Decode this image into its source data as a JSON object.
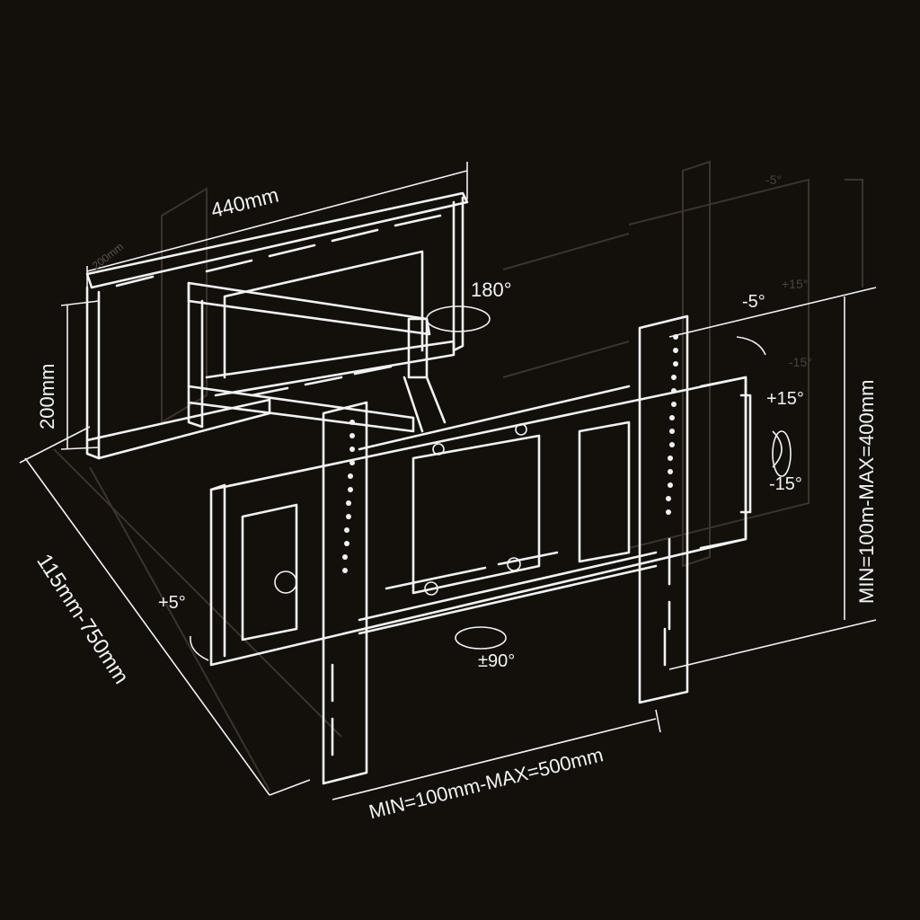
{
  "diagram": {
    "subject": "Full-motion TV wall mount bracket",
    "colors": {
      "background": "#130f0b",
      "lines": "#f2f2f2",
      "ghost": "#3a342c"
    },
    "labels": {
      "wall_plate_width": "440mm",
      "wall_plate_depth": "200mm",
      "wall_plate_height": "200mm",
      "arm_swivel": "180°",
      "extension": "115mm-750mm",
      "tilt_up": "+5°",
      "tilt_down": "-5°",
      "rotation": "±90°",
      "swivel_plus": "+15°",
      "swivel_minus": "-15°",
      "vesa_horizontal": "MIN=100mm-MAX=500mm",
      "vesa_vertical": "MIN=100m-MAX=400mm"
    },
    "ghost_labels": {
      "tilt": "-5°",
      "plus15": "+15°",
      "minus15": "-15°"
    }
  }
}
